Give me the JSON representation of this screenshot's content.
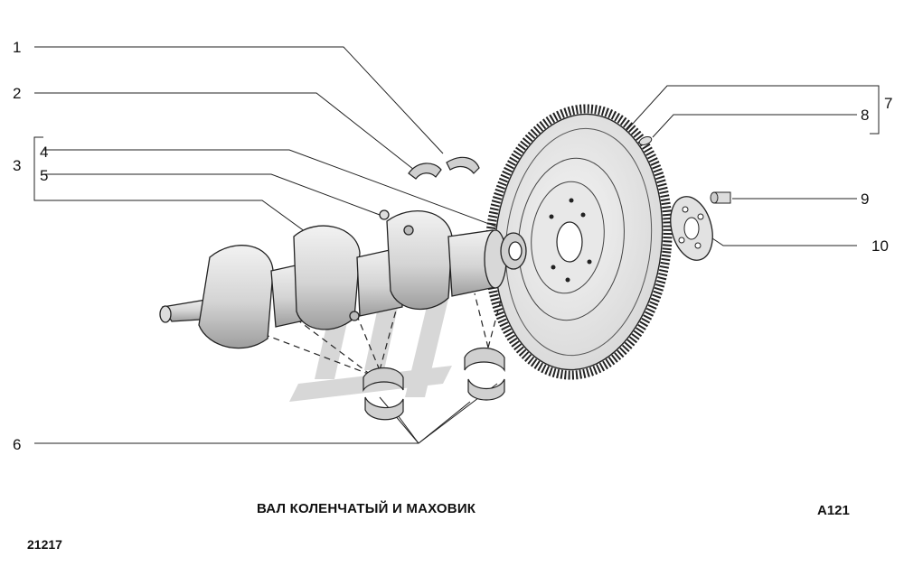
{
  "callouts": [
    "1",
    "2",
    "3",
    "4",
    "5",
    "6",
    "7",
    "8",
    "9",
    "10"
  ],
  "title": "ВАЛ КОЛЕНЧАТЫЙ И МАХОВИК",
  "figure_code": "A121",
  "model_code": "21217",
  "colors": {
    "line": "#222222",
    "part_fill": "#e6e6e6",
    "part_shade": "#bdbdbd",
    "watermark": "#b8b8b8"
  }
}
